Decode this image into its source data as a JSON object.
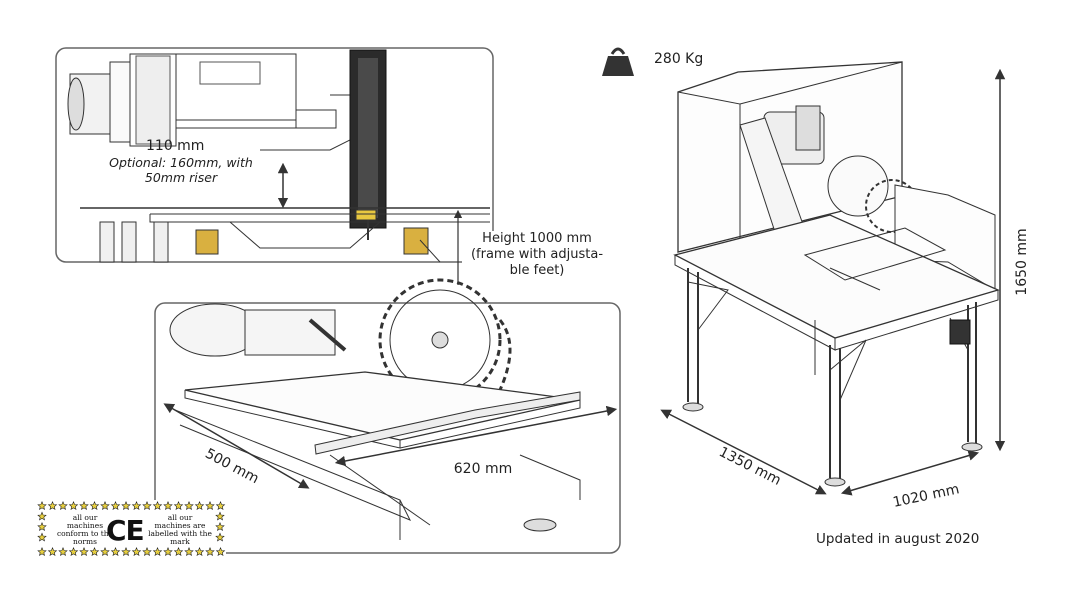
{
  "weight": {
    "icon": "weight-icon",
    "value": "280 Kg"
  },
  "top_detail": {
    "height_label": "110 mm",
    "optional_line1": "Optional: 160mm, with",
    "optional_line2": "50mm riser"
  },
  "frame": {
    "line1": "Height 1000 mm",
    "line2": "(frame with adjusta-",
    "line3": "ble feet)"
  },
  "bottom_detail": {
    "depth_label": "500 mm",
    "width_label": "620 mm"
  },
  "machine": {
    "height_label": "1650 mm",
    "length_label": "1350 mm",
    "depth_label": "1020 mm"
  },
  "ce": {
    "left_line1": "all our",
    "left_line2": "machines",
    "left_line3": "conform to the",
    "left_line4": "norms",
    "mark": "CE",
    "right_line1": "all our",
    "right_line2": "machines are",
    "right_line3": "labelled with the",
    "right_line4": "mark"
  },
  "footer": {
    "updated": "Updated in august 2020"
  },
  "colors": {
    "line": "#333333",
    "frame": "#555555",
    "text": "#222222"
  }
}
